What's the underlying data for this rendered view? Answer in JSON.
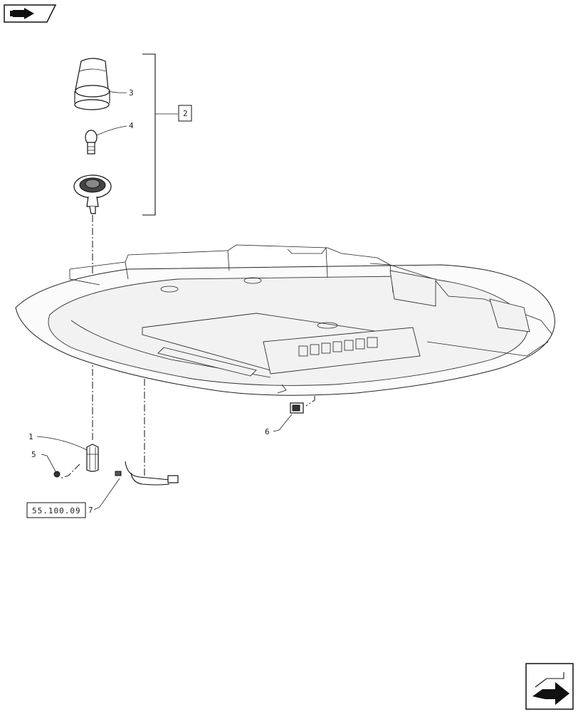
{
  "nav": {
    "prev_icon": "pointing-hand-arrow-icon",
    "next_icon": "next-arrow-icon"
  },
  "callouts": [
    {
      "id": "1",
      "label": "1"
    },
    {
      "id": "2",
      "label": "2"
    },
    {
      "id": "3",
      "label": "3"
    },
    {
      "id": "4",
      "label": "4"
    },
    {
      "id": "5",
      "label": "5"
    },
    {
      "id": "6",
      "label": "6"
    },
    {
      "id": "7",
      "label": "7"
    }
  ],
  "reference_link": {
    "label": "55.100.09"
  }
}
